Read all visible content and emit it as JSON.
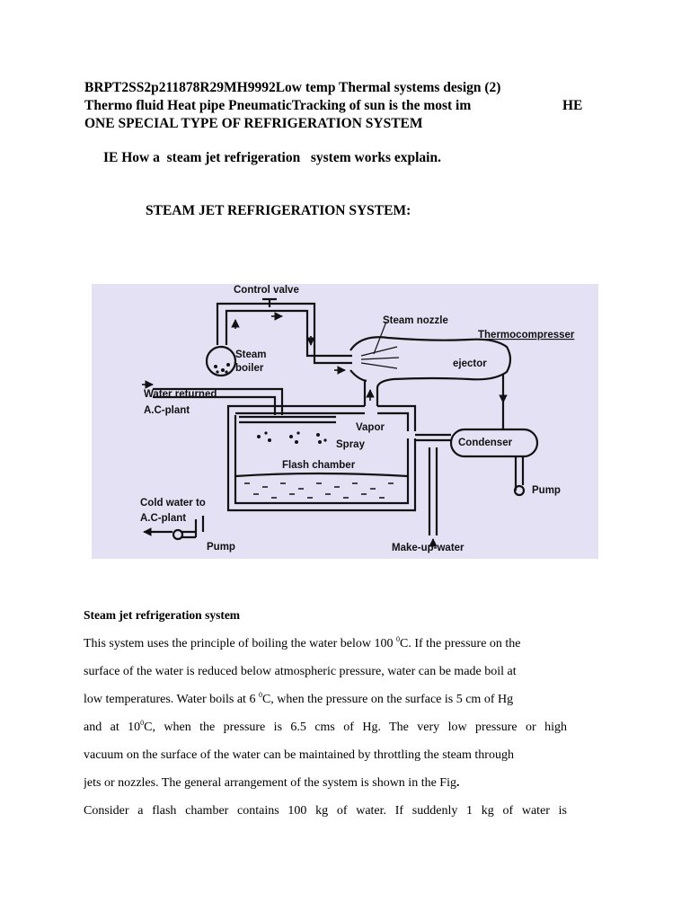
{
  "header": {
    "line1": "BRPT2SS2p211878R29MH9992Low temp Thermal systems design (2)",
    "line2": "Thermo fluid Heat pipe PneumaticTracking of sun is the most im",
    "line2_right": "HE",
    "line3": "ONE SPECIAL TYPE OF REFRIGERATION SYSTEM"
  },
  "question": "IE How a  steam jet refrigeration   system works explain.",
  "title": "STEAM JET REFRIGERATION SYSTEM:",
  "figure": {
    "labels": {
      "control_valve": "Control valve",
      "steam_nozzle": "Steam nozzle",
      "thermocompresser": "Thermocompresser",
      "steam": "Steam",
      "boiler": "boiler",
      "ejector": "ejector",
      "water_returned": "Water returned",
      "ac_plant_1": "A.C-plant",
      "vapor": "Vapor",
      "spray": "Spray",
      "condenser": "Condenser",
      "flash_chamber": "Flash chamber",
      "pump_right": "Pump",
      "cold_water_to": "Cold water to",
      "ac_plant_2": "A.C-plant",
      "pump_bottom": "Pump",
      "make_up_water": "Make-up-water"
    },
    "colors": {
      "background": "#e4e1f5",
      "lines": "#111111"
    }
  },
  "section_heading": "Steam jet refrigeration system",
  "paragraph1": {
    "l1_a": "This system uses the principle of boiling the water below 100 ",
    "l1_sup": "0",
    "l1_b": "C. If the pressure on the",
    "l2": "surface of the water is reduced below atmospheric pressure, water can be made boil at",
    "l3_a": "low temperatures. Water boils at 6 ",
    "l3_sup": "0",
    "l3_b": "C, when the pressure on the surface is 5 cm of Hg",
    "l4_a": "and at 10",
    "l4_sup": "0",
    "l4_b": "C, when the pressure is 6.5 cms of Hg. The very low pressure or high",
    "l5": "vacuum on the surface of the water can be maintained by throttling the steam through",
    "l6_a": "jets or nozzles. The general arrangement of the system is shown in the Fig",
    "l6_b": "."
  },
  "paragraph2": {
    "l1": "Consider a flash chamber contains 100 kg of water. If suddenly 1 kg of water is"
  }
}
